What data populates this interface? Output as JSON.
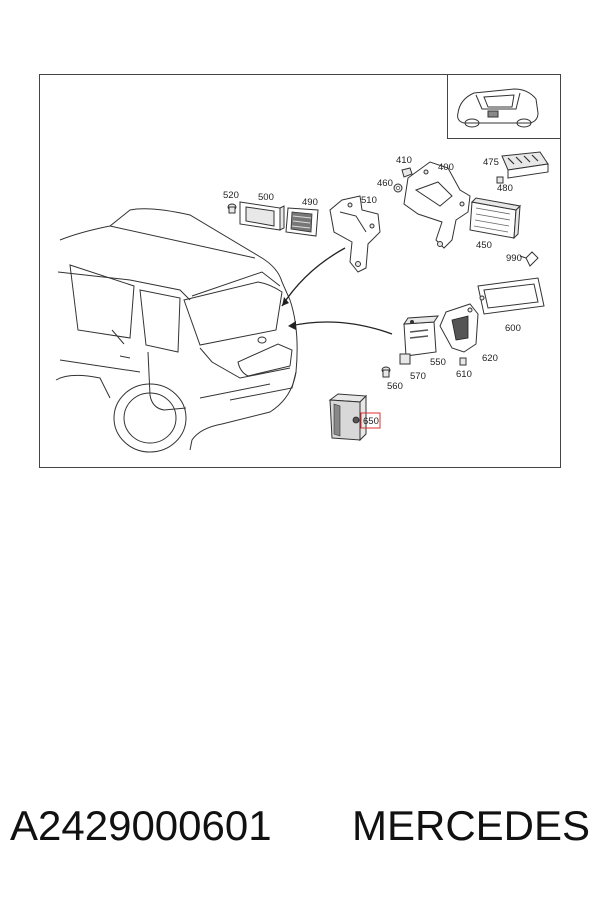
{
  "diagram": {
    "callouts": [
      "400",
      "410",
      "460",
      "475",
      "480",
      "450",
      "990",
      "600",
      "520",
      "500",
      "490",
      "510",
      "550",
      "570",
      "560",
      "610",
      "620",
      "650"
    ],
    "highlighted_callout": "650",
    "highlight_color": "#e03030"
  },
  "footer": {
    "part_number": "A2429000601",
    "brand": "MERCEDES"
  }
}
